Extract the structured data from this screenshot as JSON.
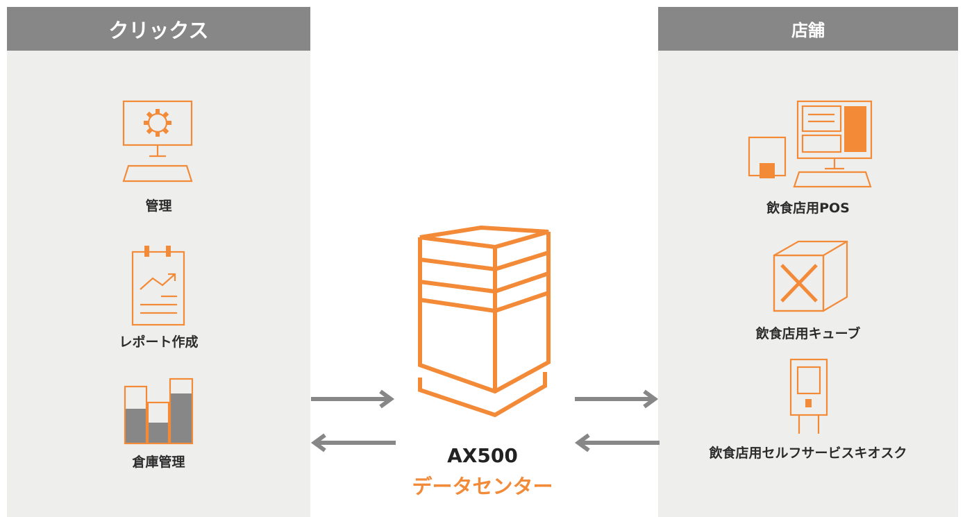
{
  "left_panel": {
    "title": "クリックス",
    "items": [
      {
        "label": "管理",
        "icon": "monitor-gear-icon"
      },
      {
        "label": "レポート作成",
        "icon": "report-chart-icon"
      },
      {
        "label": "倉庫管理",
        "icon": "bar-chart-icon"
      }
    ]
  },
  "center": {
    "title": "AX500",
    "subtitle": "データセンター",
    "icon": "server-tower-icon"
  },
  "right_panel": {
    "title": "店舗",
    "items": [
      {
        "label": "飲食店用POS",
        "icon": "pos-terminal-icon"
      },
      {
        "label": "飲食店用キューブ",
        "icon": "cube-icon"
      },
      {
        "label": "飲食店用セルフサービスキオスク",
        "icon": "kiosk-icon"
      }
    ]
  },
  "colors": {
    "accent": "#f28a38",
    "header": "#878787",
    "panel": "#eeeeed",
    "arrow": "#878787"
  }
}
